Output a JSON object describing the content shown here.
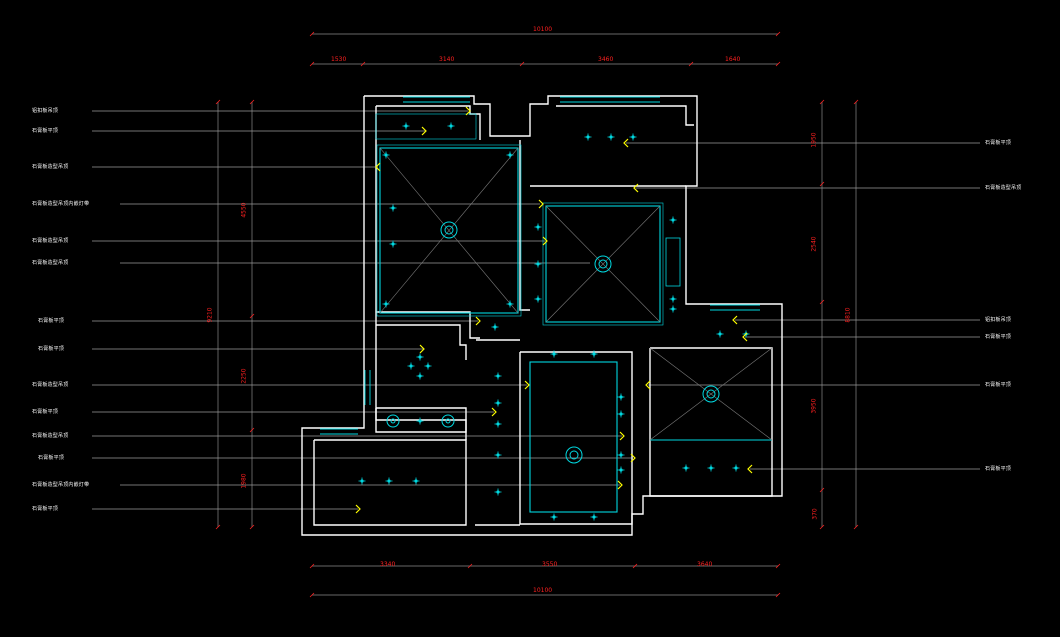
{
  "colors": {
    "background": "#000000",
    "wall": "#ffffff",
    "ceiling": "#00d8e0",
    "dimension_text": "#ff2020",
    "pointer": "#ffff00",
    "leader": "#9a9a9a"
  },
  "dimensions": {
    "top_total": "10100",
    "top_segments": [
      "1530",
      "3140",
      "3460",
      "1640"
    ],
    "bottom_segments": [
      "3340",
      "3550",
      "3640"
    ],
    "bottom_total": "10100",
    "left_total": "9210",
    "left_segments": [
      "4550",
      "2250",
      "1980"
    ],
    "right_total": "8810",
    "right_segments": [
      "1950",
      "2540",
      "3950",
      "370"
    ]
  },
  "annotations_left": [
    "铝扣板吊顶",
    "石膏板平顶",
    "石膏板造型吊顶",
    "石膏板造型吊顶内嵌灯带",
    "石膏板造型吊顶",
    "石膏板造型吊顶",
    "石膏板平顶",
    "石膏板平顶",
    "石膏板造型吊顶",
    "石膏板平顶",
    "石膏板造型吊顶",
    "石膏板平顶",
    "石膏板造型吊顶内嵌灯带",
    "石膏板平顶"
  ],
  "annotations_right": [
    "石膏板平顶",
    "石膏板造型吊顶",
    "铝扣板吊顶",
    "石膏板平顶",
    "石膏板平顶",
    "石膏板平顶"
  ]
}
